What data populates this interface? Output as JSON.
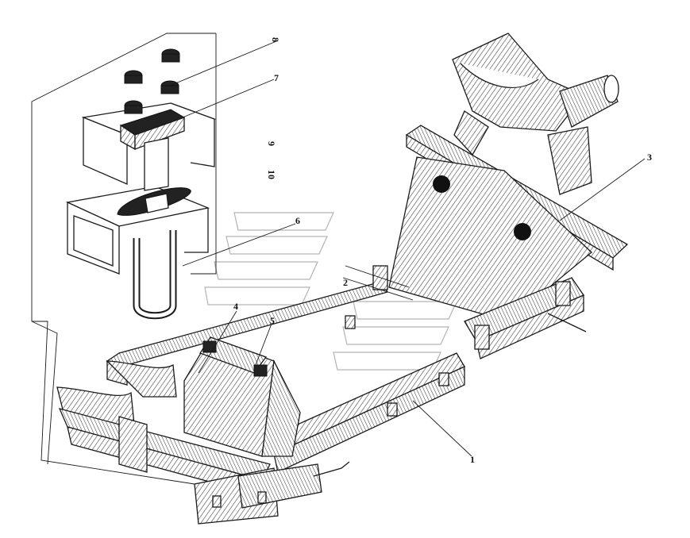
{
  "labels": {
    "n1": "1",
    "n2": "2",
    "n3": "3",
    "n4": "4",
    "n5": "5",
    "n6": "6",
    "n7": "7",
    "n8": "8",
    "n9": "9",
    "n10": "10"
  },
  "colors": {
    "ink": "#1a1a1a",
    "paper": "#ffffff",
    "watermark": "#9a9a9a"
  }
}
